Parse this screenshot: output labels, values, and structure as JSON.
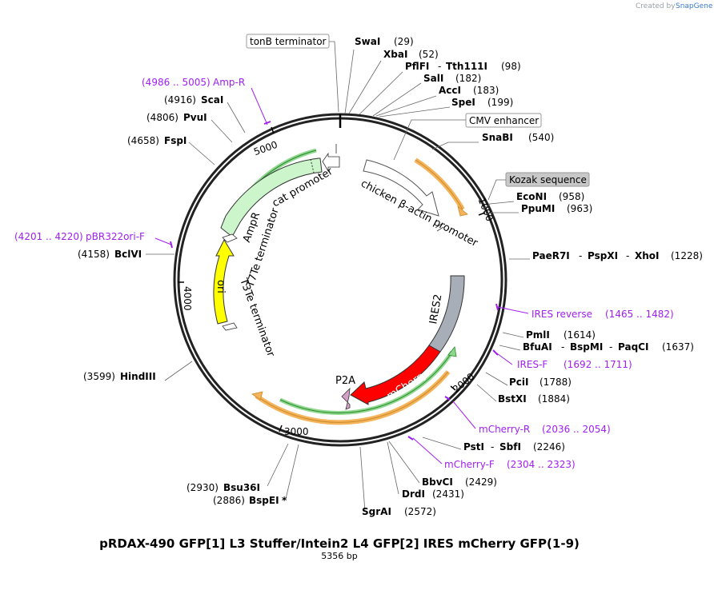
{
  "credit": {
    "created_by": "Created by",
    "brand": "SnapGene"
  },
  "title": "pRDAX-490    GFP[1] L3 Stuffer/Intein2 L4 GFP[2] IRES mCherry GFP(1-9)",
  "length": "5356 bp",
  "ticks": [
    "1000",
    "2000",
    "3000",
    "4000",
    "5000"
  ],
  "boxed_features": {
    "tonb": "tonB terminator",
    "cmv": "CMV enhancer",
    "kozak": "Kozak sequence"
  },
  "features": {
    "cat_promoter": "cat promoter",
    "chicken": "chicken β-actin promoter",
    "ampr": "AmpR",
    "t7te": "T7Te terminator",
    "ori": "ori",
    "t3te": "T3Te terminator",
    "ires2": "IRES2",
    "mcherry": "mCherry",
    "p2a": "P2A"
  },
  "colors": {
    "amp": "#ccf5cc",
    "ori": "#ffff00",
    "mcherry": "#ff0000",
    "ires": "#a8aeb8",
    "p2a": "#d4a0c8",
    "orange": "#f5b35a",
    "green": "#3aa83a",
    "primer": "#a020f0"
  },
  "sites": {
    "swai": {
      "name": "SwaI",
      "pos": "(29)"
    },
    "xbai": {
      "name": "XbaI",
      "pos": "(52)"
    },
    "pflfi": {
      "name": "PflFI",
      "sep": "-",
      "name2": "Tth111I",
      "pos": "(98)"
    },
    "sali": {
      "name": "SalI",
      "pos": "(182)"
    },
    "acci": {
      "name": "AccI",
      "pos": "(183)"
    },
    "spei": {
      "name": "SpeI",
      "pos": "(199)"
    },
    "snabi": {
      "name": "SnaBI",
      "pos": "(540)"
    },
    "econi": {
      "name": "EcoNI",
      "pos": "(958)"
    },
    "ppumi": {
      "name": "PpuMI",
      "pos": "(963)"
    },
    "paer7i": {
      "name": "PaeR7I",
      "sep1": "-",
      "name2": "PspXI",
      "sep2": "-",
      "name3": "XhoI",
      "pos": "(1228)"
    },
    "pmli": {
      "name": "PmlI",
      "pos": "(1614)"
    },
    "bfuai": {
      "name": "BfuAI",
      "sep1": "-",
      "name2": "BspMI",
      "sep2": "-",
      "name3": "PaqCI",
      "pos": "(1637)"
    },
    "pcii": {
      "name": "PciI",
      "pos": "(1788)"
    },
    "bstxi": {
      "name": "BstXI",
      "pos": "(1884)"
    },
    "psti": {
      "name": "PstI",
      "sep": "-",
      "name2": "SbfI",
      "pos": "(2246)"
    },
    "bbvci": {
      "name": "BbvCI",
      "pos": "(2429)"
    },
    "drdi": {
      "name": "DrdI",
      "pos": "(2431)"
    },
    "sgrai": {
      "name": "SgrAI",
      "pos": "(2572)"
    },
    "bsu36i": {
      "name": "Bsu36I",
      "pos": "(2930)"
    },
    "bspei": {
      "name": "BspEI",
      "star": "*",
      "pos": "(2886)"
    },
    "hindiii": {
      "name": "HindIII",
      "pos": "(3599)"
    },
    "bclvi": {
      "name": "BclVI",
      "pos": "(4158)"
    },
    "fspi": {
      "name": "FspI",
      "pos": "(4658)"
    },
    "pvui": {
      "name": "PvuI",
      "pos": "(4806)"
    },
    "scai": {
      "name": "ScaI",
      "pos": "(4916)"
    }
  },
  "primers": {
    "ampr_p": {
      "range": "(4986 .. 5005)",
      "name": "Amp-R"
    },
    "pbr": {
      "range": "(4201 .. 4220)",
      "name": "pBR322ori-F"
    },
    "ires_rev": {
      "name": "IRES reverse",
      "range": "(1465 .. 1482)"
    },
    "ires_f": {
      "name": "IRES-F",
      "range": "(1692 .. 1711)"
    },
    "mcherry_r": {
      "name": "mCherry-R",
      "range": "(2036 .. 2054)"
    },
    "mcherry_f": {
      "name": "mCherry-F",
      "range": "(2304 .. 2323)"
    }
  }
}
